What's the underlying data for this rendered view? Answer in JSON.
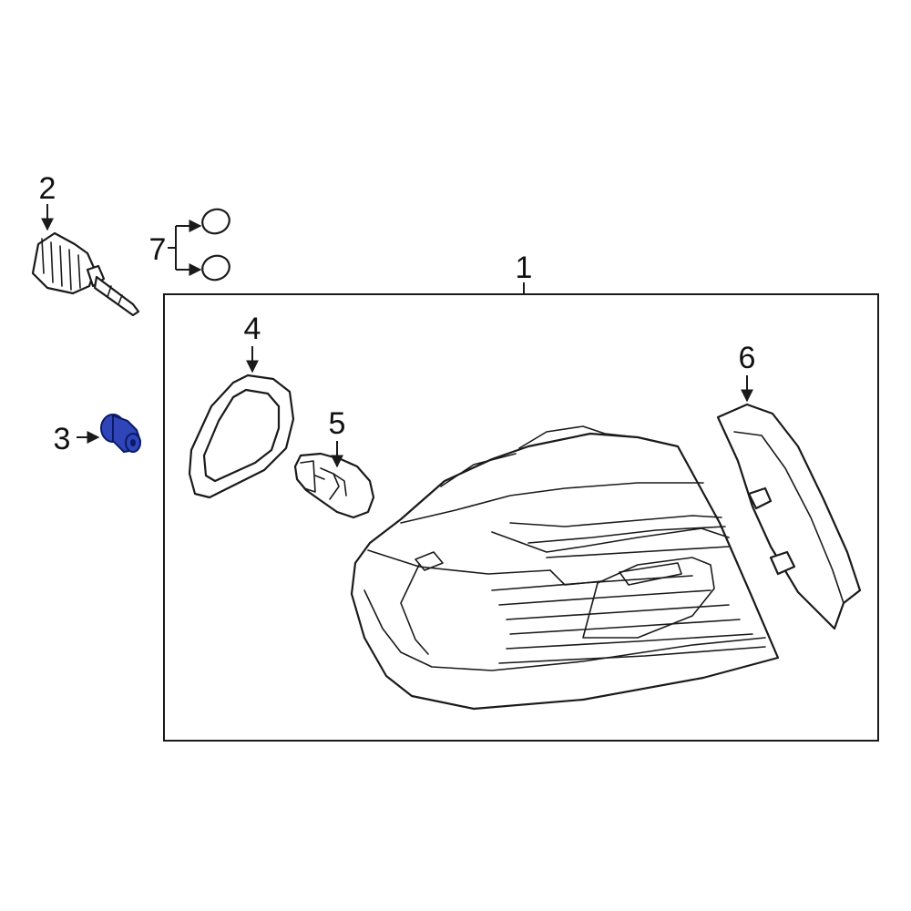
{
  "diagram": {
    "callouts": {
      "c1": "1",
      "c2": "2",
      "c3": "3",
      "c4": "4",
      "c5": "5",
      "c6": "6",
      "c7": "7"
    },
    "colors": {
      "highlight_part": "#2f45b8",
      "line": "#1a1a1a",
      "background": "#ffffff"
    }
  }
}
